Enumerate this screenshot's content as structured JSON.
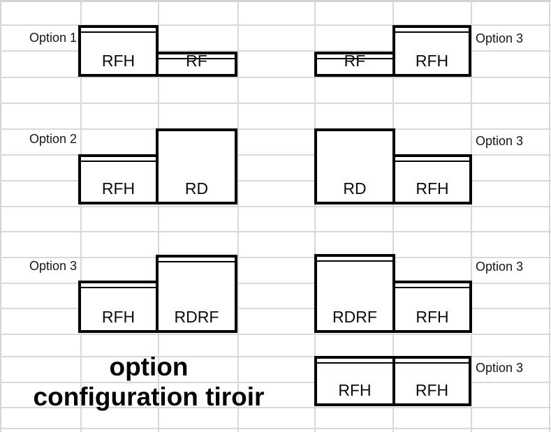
{
  "colors": {
    "background": "#ffffff",
    "gridline": "#d9d9d9",
    "shape_border": "#000000",
    "text": "#161616"
  },
  "option_labels": {
    "group1_left": "Option 1",
    "group2_left": "Option 2",
    "group3_left": "Option 3",
    "group1_right": "Option 3",
    "group2_right": "Option 3",
    "group3_right": "Option 3",
    "group4_right": "Option 3"
  },
  "shapes": {
    "g1_left_tall": "RFH",
    "g1_left_short": "RF",
    "g1_right_short": "RF",
    "g1_right_tall": "RFH",
    "g2_left_short": "RFH",
    "g2_left_tall": "RD",
    "g2_right_tall": "RD",
    "g2_right_short": "RFH",
    "g3_left_short": "RFH",
    "g3_left_tall": "RDRF",
    "g3_right_tall": "RDRF",
    "g3_right_short": "RFH",
    "g4_left": "RFH",
    "g4_right": "RFH"
  },
  "caption": {
    "line1": "option",
    "line2": "configuration tiroir"
  }
}
